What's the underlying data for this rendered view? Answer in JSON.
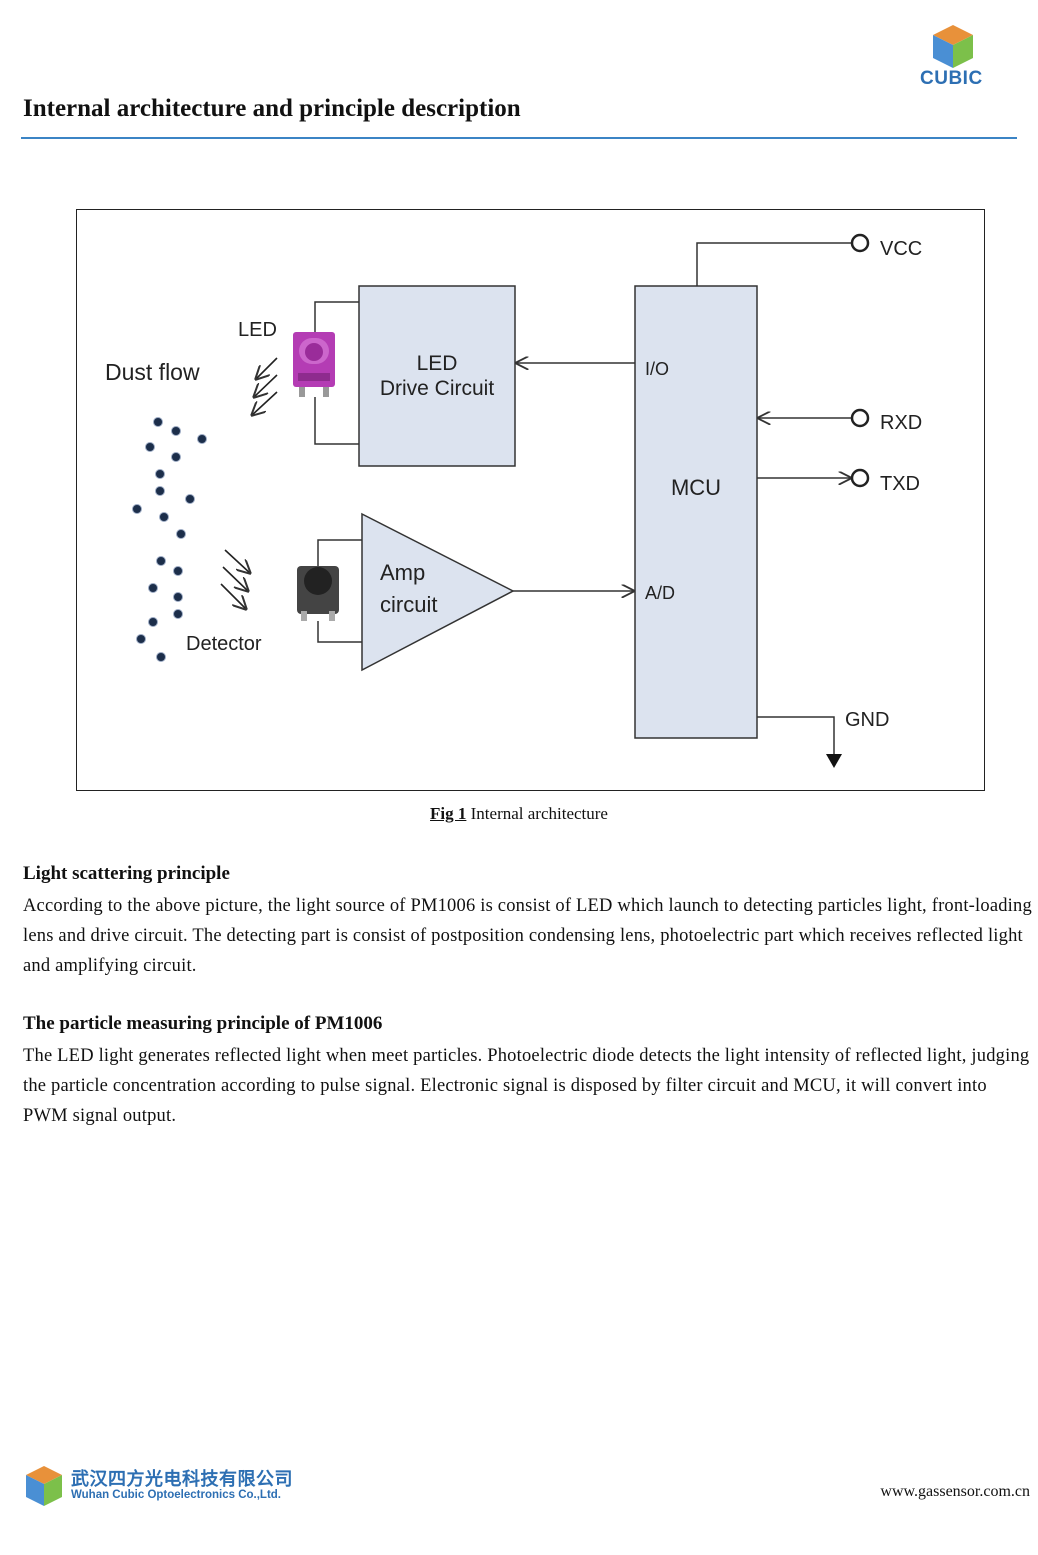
{
  "header": {
    "logo_text": "CUBIC",
    "title": "Internal architecture and principle description"
  },
  "figure": {
    "labels": {
      "dust_flow": "Dust flow",
      "led": "LED",
      "led_drive_line1": "LED",
      "led_drive_line2": "Drive Circuit",
      "detector": "Detector",
      "amp_line1": "Amp",
      "amp_line2": "circuit",
      "mcu": "MCU",
      "io": "I/O",
      "ad": "A/D",
      "vcc": "VCC",
      "rxd": "RXD",
      "txd": "TXD",
      "gnd": "GND"
    },
    "caption_label": "Fig 1",
    "caption_text": " Internal architecture"
  },
  "sections": [
    {
      "heading": "Light scattering principle",
      "body": "According to the above picture, the light source of PM1006 is consist of LED which launch to detecting particles light, front-loading lens and drive circuit. The detecting part is consist of postposition condensing lens, photoelectric part which receives reflected light and amplifying circuit."
    },
    {
      "heading": "The particle measuring principle of PM1006",
      "body": "The LED light generates reflected light when meet particles. Photoelectric diode detects the light intensity of reflected light, judging the particle concentration according to pulse signal. Electronic signal is disposed by filter circuit and MCU, it will convert into PWM signal output."
    }
  ],
  "footer": {
    "company_cn": "武汉四方光电科技有限公司",
    "company_en": "Wuhan Cubic Optoelectronics Co.,Ltd.",
    "url": "www.gassensor.com.cn"
  },
  "colors": {
    "brand_blue": "#2d6fb3",
    "rule_blue": "#3b84c5",
    "block_fill": "#dce3ef",
    "led_purple": "#b43cb4",
    "cube_top": "#e8913a",
    "cube_left": "#4a8fd4",
    "cube_right": "#7cc04a"
  }
}
